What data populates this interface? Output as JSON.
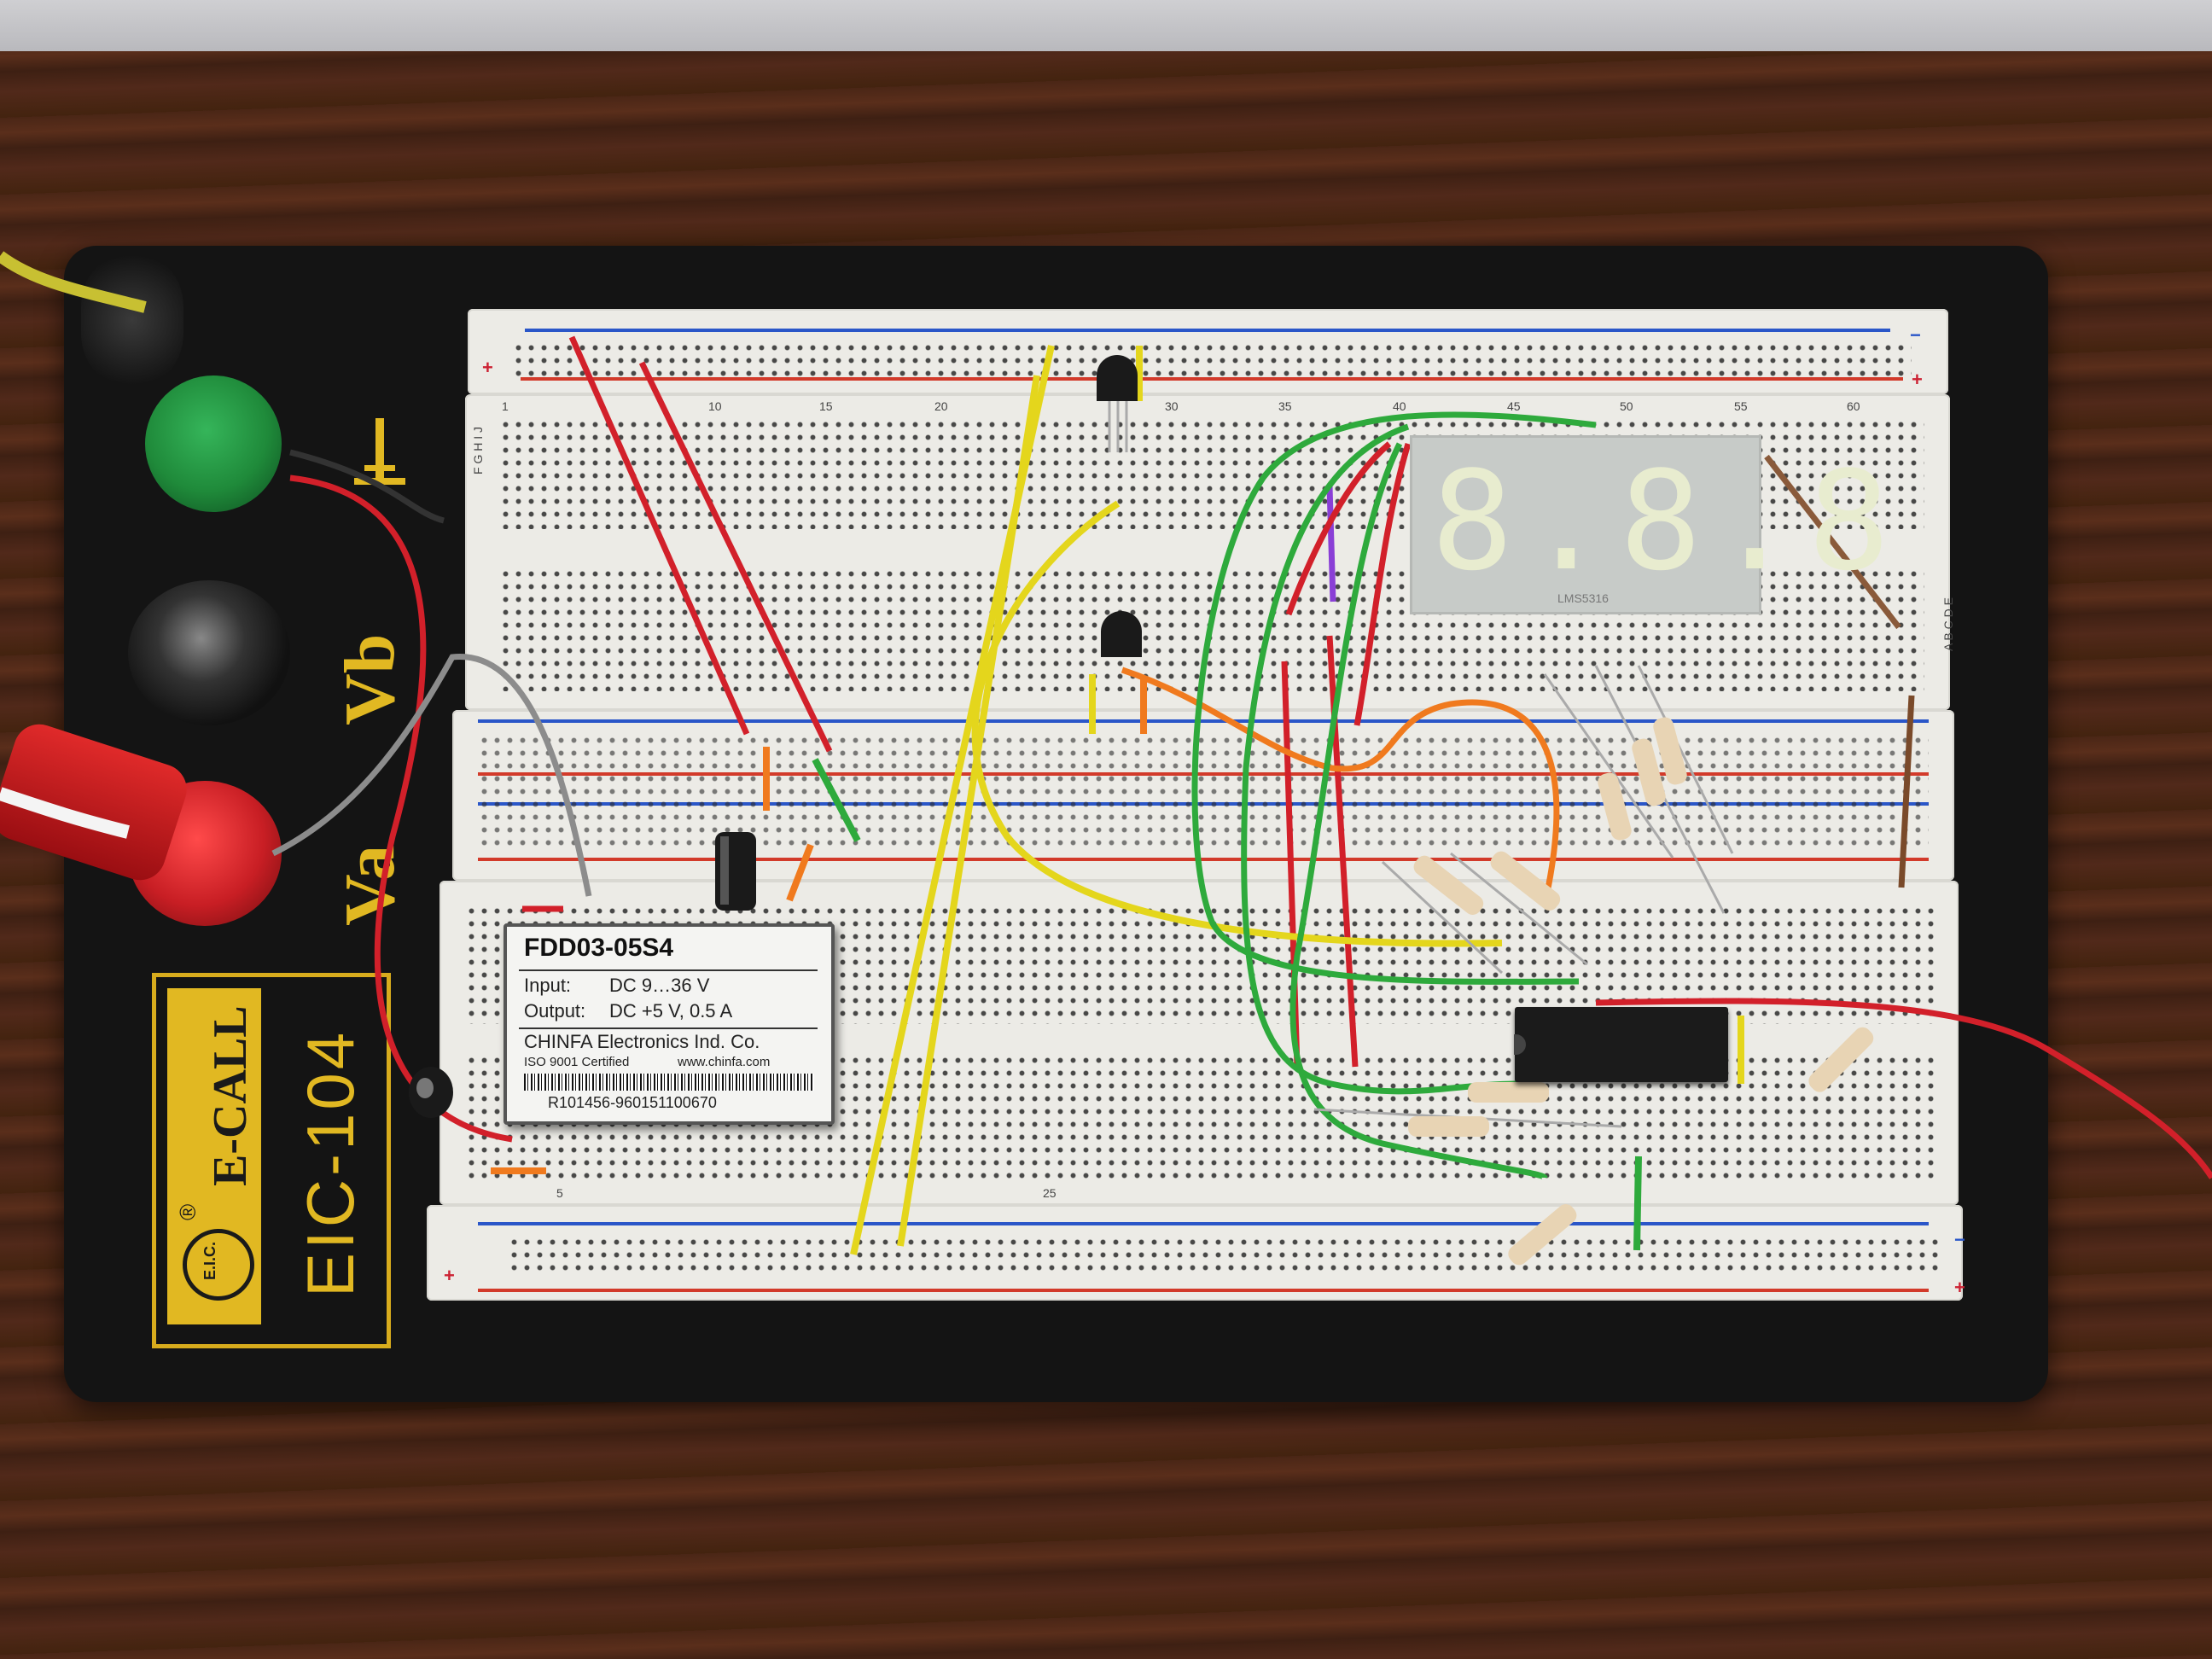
{
  "board": {
    "brand": "E-CALL",
    "model": "EIC-104",
    "maker_logo": "E.I.C.",
    "registered_mark": "®",
    "terminal_labels": [
      "Va",
      "Vb"
    ],
    "ground_symbol": "ground-icon"
  },
  "module": {
    "part": "FDD03-05S4",
    "input_label": "Input:",
    "input_value": "DC 9…36 V",
    "output_label": "Output:",
    "output_value": "DC +5 V, 0.5 A",
    "maker": "CHINFA Electronics Ind. Co.",
    "cert": "ISO 9001 Certified",
    "url": "www.chinfa.com",
    "serial": "R101456-960151100670"
  },
  "display": {
    "digits": "8.8.8",
    "markings": "LMS5316"
  },
  "rails": {
    "plus": "+",
    "minus": "−"
  },
  "column_numbers": [
    "1",
    "5",
    "10",
    "15",
    "20",
    "25",
    "30",
    "35",
    "40",
    "45",
    "50",
    "55",
    "60"
  ],
  "row_letters_top": "F G H I J",
  "row_letters_bottom": "A B C D E",
  "colors": {
    "wood": "#4a2616",
    "board": "#141414",
    "breadboard": "#ecebe6",
    "brand_yellow": "#e1b822",
    "wire_red": "#d2202a",
    "wire_yellow": "#e4d61c",
    "wire_green": "#2eaa3c",
    "wire_orange": "#f07a1e",
    "post_green": "#1f8a3a",
    "post_red": "#c81e24"
  }
}
